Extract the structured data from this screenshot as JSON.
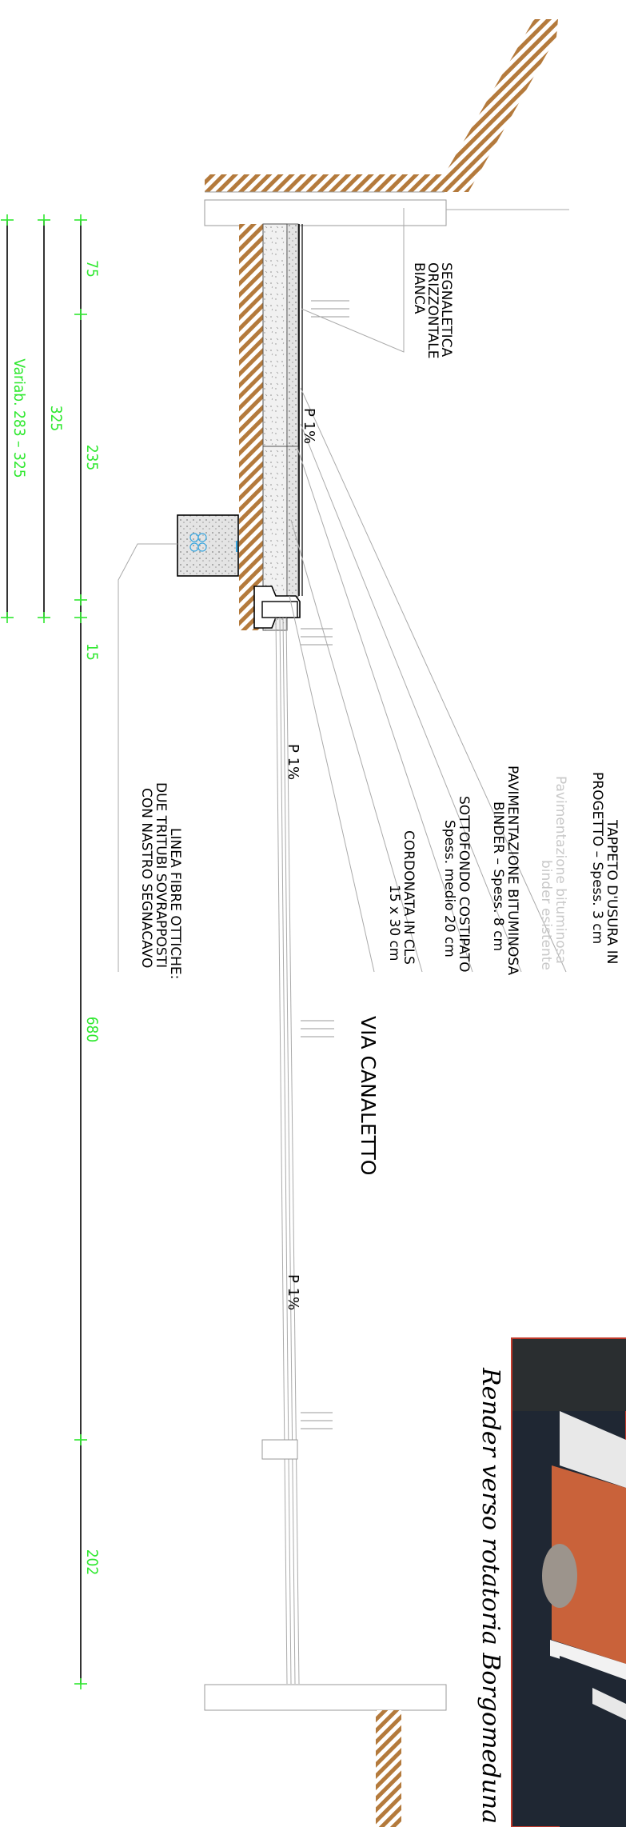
{
  "dimensions": {
    "d75": "75",
    "d235": "235",
    "d15": "15",
    "d680": "680",
    "d202": "202",
    "d325": "325",
    "variab": "Variab. 283 – 325"
  },
  "slopes": [
    "P 1%",
    "P 1%",
    "P 1%"
  ],
  "road_name": "VIA CANALETTO",
  "labels": {
    "segnaletica": [
      "SEGNALETICA",
      "ORIZZONTALE",
      "BIANCA"
    ],
    "tappeto": [
      "TAPPETO D'USURA IN",
      "PROGETTO – Spess. 3 cm"
    ],
    "binder_esistente": [
      "Pavimentazione bituminosa",
      "binder esistente"
    ],
    "pavimentazione": [
      "PAVIMENTAZIONE BITUMINOSA",
      "BINDER – Spess. 8 cm"
    ],
    "sottofondo": [
      "SOTTOFONDO COSTIPATO",
      "Spess. medio 20 cm"
    ],
    "cordonata": [
      "CORDONATA IN CLS",
      "15 x 30 cm"
    ],
    "fibre": [
      "LINEA FIBRE OTTICHE:",
      "DUE TRITUBI SOVRAPPOSTI",
      "CON NASTRO SEGNACAVO"
    ]
  },
  "render_caption": "Render verso rotatoria Borgomeduna",
  "colors": {
    "dimension": "#2ee82e",
    "soil": "#b47a3c",
    "duct": "#3aa7e0",
    "render_frame": "#c0392b",
    "render_sidewalk": "#c9623a",
    "render_asphalt": "#1f2733"
  }
}
